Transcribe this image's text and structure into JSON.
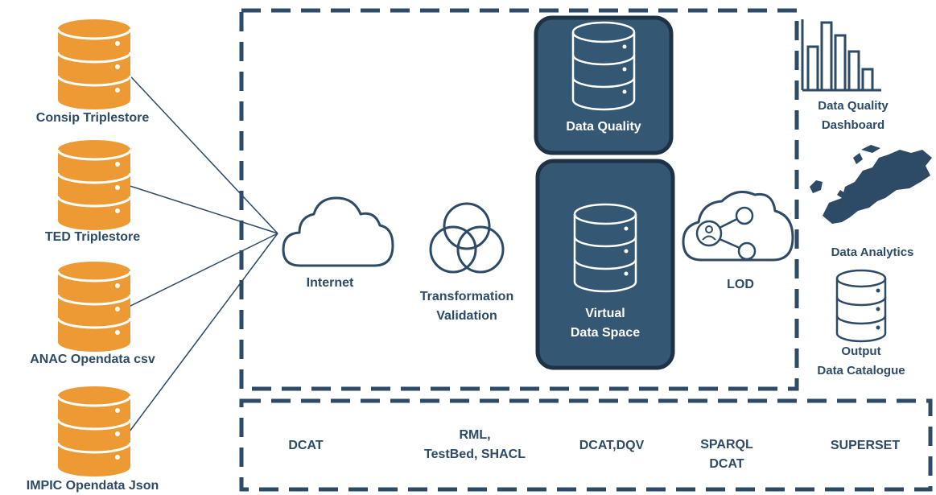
{
  "sources": [
    {
      "label": "Consip Triplestore"
    },
    {
      "label": "TED Triplestore"
    },
    {
      "label": "ANAC Opendata csv"
    },
    {
      "label": "IMPIC Opendata Json"
    }
  ],
  "flow": {
    "internet": "Internet",
    "transformation_line1": "Transformation",
    "transformation_line2": "Validation",
    "data_quality": "Data Quality",
    "virtual_line1": "Virtual",
    "virtual_line2": "Data Space",
    "lod": "LOD"
  },
  "outputs": {
    "dashboard_line1": "Data Quality",
    "dashboard_line2": "Dashboard",
    "analytics": "Data Analytics",
    "catalogue_line1": "Output",
    "catalogue_line2": "Data Catalogue"
  },
  "standards": {
    "dcat": "DCAT",
    "rml_line1": "RML,",
    "rml_line2": "TestBed, SHACL",
    "dcat_dqv": "DCAT,DQV",
    "sparql_line1": "SPARQL",
    "sparql_line2": "DCAT",
    "superset": "SUPERSET"
  },
  "colors": {
    "accent_orange": "#ee9a34",
    "navy": "#2d4a66",
    "box_fill": "#345773",
    "box_border": "#1e3247"
  },
  "icons": {
    "source": "database-icon",
    "internet": "cloud-icon",
    "transformation": "venn-circles-icon",
    "lod": "cloud-network-icon",
    "dashboard": "bar-chart-icon",
    "analytics": "map-icon",
    "catalogue": "database-icon"
  }
}
